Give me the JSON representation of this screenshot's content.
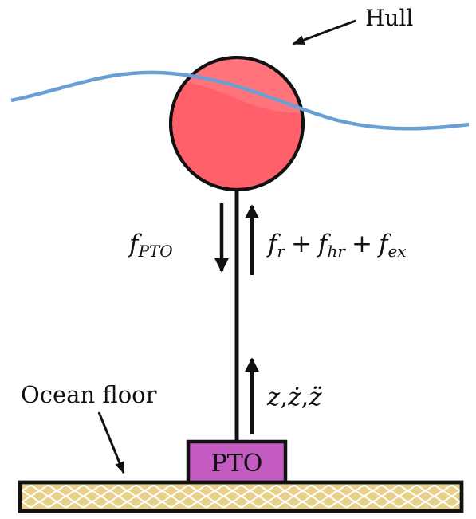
{
  "labels": {
    "hull": "Hull",
    "ocean_floor": "Ocean floor",
    "pto": "PTO"
  },
  "forces": {
    "f_pto_base": "f",
    "f_pto_sub": "PTO",
    "f_r_base": "f",
    "f_r_sub": "r",
    "f_hr_base": "f",
    "f_hr_sub": "hr",
    "f_ex_base": "f",
    "f_ex_sub": "ex",
    "plus": "+"
  },
  "kinematics": {
    "z": "z",
    "z_dot": "ż",
    "z_ddot": "z̈",
    "sep": ","
  },
  "colors": {
    "hull_fill": "#ff6069",
    "wave": "#6a9fd4",
    "pto_fill": "#c45bc2",
    "floor_fill": "#e8d08a",
    "floor_wave": "#ffffff",
    "stroke": "#111111"
  }
}
